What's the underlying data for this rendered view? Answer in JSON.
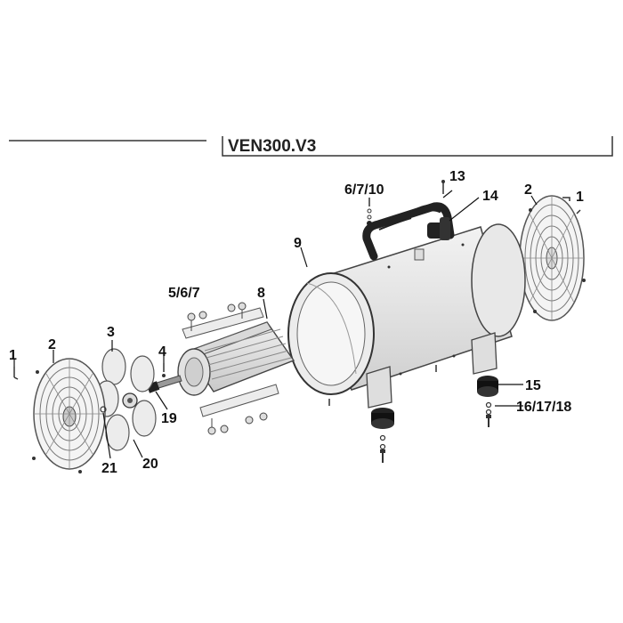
{
  "title": "VEN300.V3",
  "callouts": {
    "c_6_7_10": "6/7/10",
    "c_13": "13",
    "c_14": "14",
    "c_2_right": "2",
    "c_1_right": "1",
    "c_9": "9",
    "c_5_6_7": "5/6/7",
    "c_8": "8",
    "c_3": "3",
    "c_4": "4",
    "c_1_left": "1",
    "c_2_left": "2",
    "c_15": "15",
    "c_16_17_18": "16/17/18",
    "c_19": "19",
    "c_20": "20",
    "c_21": "21"
  }
}
